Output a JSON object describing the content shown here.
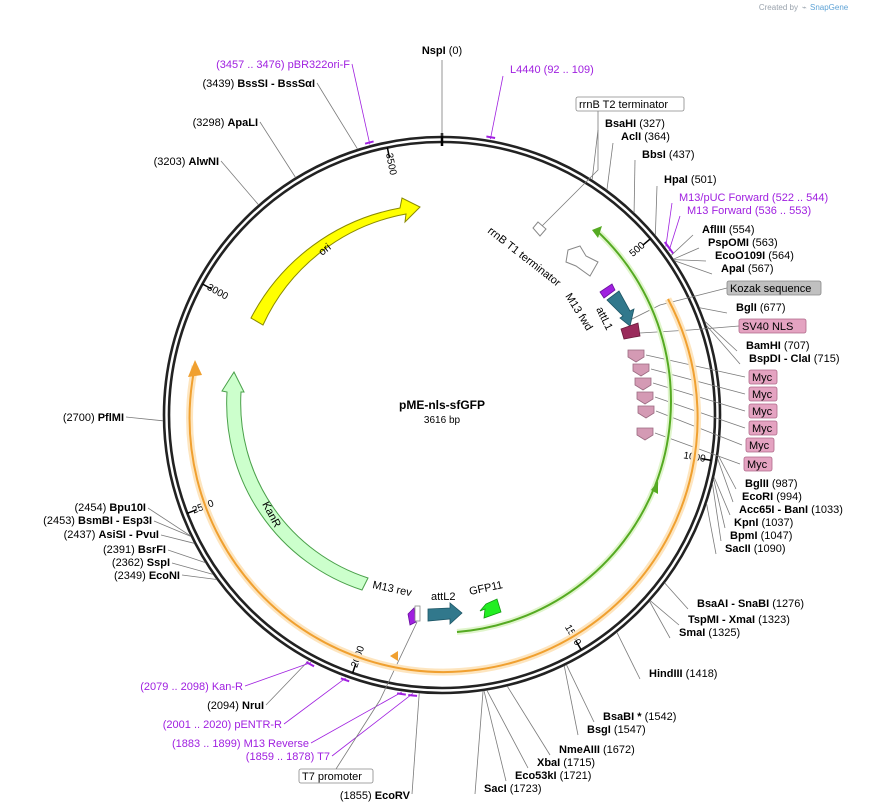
{
  "credit": {
    "prefix": "Created by",
    "brand": "SnapGene"
  },
  "plasmid": {
    "name": "pME-nls-sfGFP",
    "size": "3616 bp",
    "length": 3616
  },
  "ticks": [
    {
      "label": "500",
      "bp": 500
    },
    {
      "label": "1000",
      "bp": 1000
    },
    {
      "label": "1500",
      "bp": 1500
    },
    {
      "label": "2000",
      "bp": 2000
    },
    {
      "label": "2500",
      "bp": 2500
    },
    {
      "label": "3000",
      "bp": 3000
    },
    {
      "label": "3500",
      "bp": 3500
    }
  ],
  "sites": [
    {
      "name": "NspI",
      "pos": "(0)",
      "bp": 0
    },
    {
      "name": "BsaHI",
      "pos": "(327)",
      "bp": 327
    },
    {
      "name": "AclI",
      "pos": "(364)",
      "bp": 364
    },
    {
      "name": "BbsI",
      "pos": "(437)",
      "bp": 437
    },
    {
      "name": "HpaI",
      "pos": "(501)",
      "bp": 501
    },
    {
      "name": "AflIII",
      "pos": "(554)",
      "bp": 554
    },
    {
      "name": "PspOMI",
      "pos": "(563)",
      "bp": 563
    },
    {
      "name": "EcoO109I",
      "pos": "(564)",
      "bp": 564
    },
    {
      "name": "ApaI",
      "pos": "(567)",
      "bp": 567
    },
    {
      "name": "BglI",
      "pos": "(677)",
      "bp": 677
    },
    {
      "name": "BamHI",
      "pos": "(707)",
      "bp": 707
    },
    {
      "name": "BspDI - ClaI",
      "pos": "(715)",
      "bp": 715
    },
    {
      "name": "BglII",
      "pos": "(987)",
      "bp": 987
    },
    {
      "name": "EcoRI",
      "pos": "(994)",
      "bp": 994
    },
    {
      "name": "Acc65I - BanI",
      "pos": "(1033)",
      "bp": 1033
    },
    {
      "name": "KpnI",
      "pos": "(1037)",
      "bp": 1037
    },
    {
      "name": "BpmI",
      "pos": "(1047)",
      "bp": 1047
    },
    {
      "name": "SacII",
      "pos": "(1090)",
      "bp": 1090
    },
    {
      "name": "BsaAI - SnaBI",
      "pos": "(1276)",
      "bp": 1276
    },
    {
      "name": "TspMI - XmaI",
      "pos": "(1323)",
      "bp": 1323
    },
    {
      "name": "SmaI",
      "pos": "(1325)",
      "bp": 1325
    },
    {
      "name": "HindIII",
      "pos": "(1418)",
      "bp": 1418
    },
    {
      "name": "BsaBI *",
      "pos": "(1542)",
      "bp": 1542
    },
    {
      "name": "BsgI",
      "pos": "(1547)",
      "bp": 1547
    },
    {
      "name": "NmeAIII",
      "pos": "(1672)",
      "bp": 1672
    },
    {
      "name": "XbaI",
      "pos": "(1715)",
      "bp": 1715
    },
    {
      "name": "Eco53kI",
      "pos": "(1721)",
      "bp": 1721
    },
    {
      "name": "SacI",
      "pos": "(1723)",
      "bp": 1723
    },
    {
      "name": "EcoRV",
      "pos": "(1855)",
      "bp": 1855
    },
    {
      "name": "NruI",
      "pos": "(2094)",
      "bp": 2094
    },
    {
      "name": "EcoNI",
      "pos": "(2349)",
      "bp": 2349
    },
    {
      "name": "SspI",
      "pos": "(2362)",
      "bp": 2362
    },
    {
      "name": "BsrFI",
      "pos": "(2391)",
      "bp": 2391
    },
    {
      "name": "AsiSI - PvuI",
      "pos": "(2437)",
      "bp": 2437
    },
    {
      "name": "BsmBI - Esp3I",
      "pos": "(2453)",
      "bp": 2453
    },
    {
      "name": "Bpu10I",
      "pos": "(2454)",
      "bp": 2454
    },
    {
      "name": "PflMI",
      "pos": "(2700)",
      "bp": 2700
    },
    {
      "name": "AlwNI",
      "pos": "(3203)",
      "bp": 3203
    },
    {
      "name": "ApaLI",
      "pos": "(3298)",
      "bp": 3298
    },
    {
      "name": "BssSI - BssSαI",
      "pos": "(3439)",
      "bp": 3439
    }
  ],
  "primers": [
    {
      "name": "L4440",
      "range": "(92 .. 109)",
      "bp": 100
    },
    {
      "name": "M13/pUC Forward",
      "range": "(522 .. 544)",
      "bp": 533
    },
    {
      "name": "M13 Forward",
      "range": "(536 .. 553)",
      "bp": 544
    },
    {
      "name": "Kan-R",
      "range": "(2079 .. 2098)",
      "bp": 2088
    },
    {
      "name": "pENTR-R",
      "range": "(2001 .. 2020)",
      "bp": 2010
    },
    {
      "name": "M13 Reverse",
      "range": "(1883 .. 1899)",
      "bp": 1891
    },
    {
      "name": "T7",
      "range": "(1859 .. 1878)",
      "bp": 1868
    },
    {
      "name": "pBR322ori-F",
      "range": "(3457 .. 3476)",
      "bp": 3466
    }
  ],
  "feature_labels": {
    "rrnB_T2": "rrnB T2 terminator",
    "rrnB_T1": "rrnB T1 terminator",
    "M13_fwd": "M13 fwd",
    "attL1": "attL1",
    "kozak": "Kozak sequence",
    "sv40": "SV40 NLS",
    "myc": "Myc",
    "ori": "ori",
    "kanr": "KanR",
    "m13rev": "M13 rev",
    "attL2": "attL2",
    "gfp11": "GFP11",
    "t7promoter": "T7 promoter"
  },
  "colors": {
    "ori": "#ffff00",
    "kanr": "#ccffcc",
    "attL": "#31788c",
    "gfp11": "#22ee22",
    "myc": "#d49ab4",
    "primer": "#a020e0",
    "orange_orf": "#f6b25a",
    "green_orf": "#55aa22"
  }
}
